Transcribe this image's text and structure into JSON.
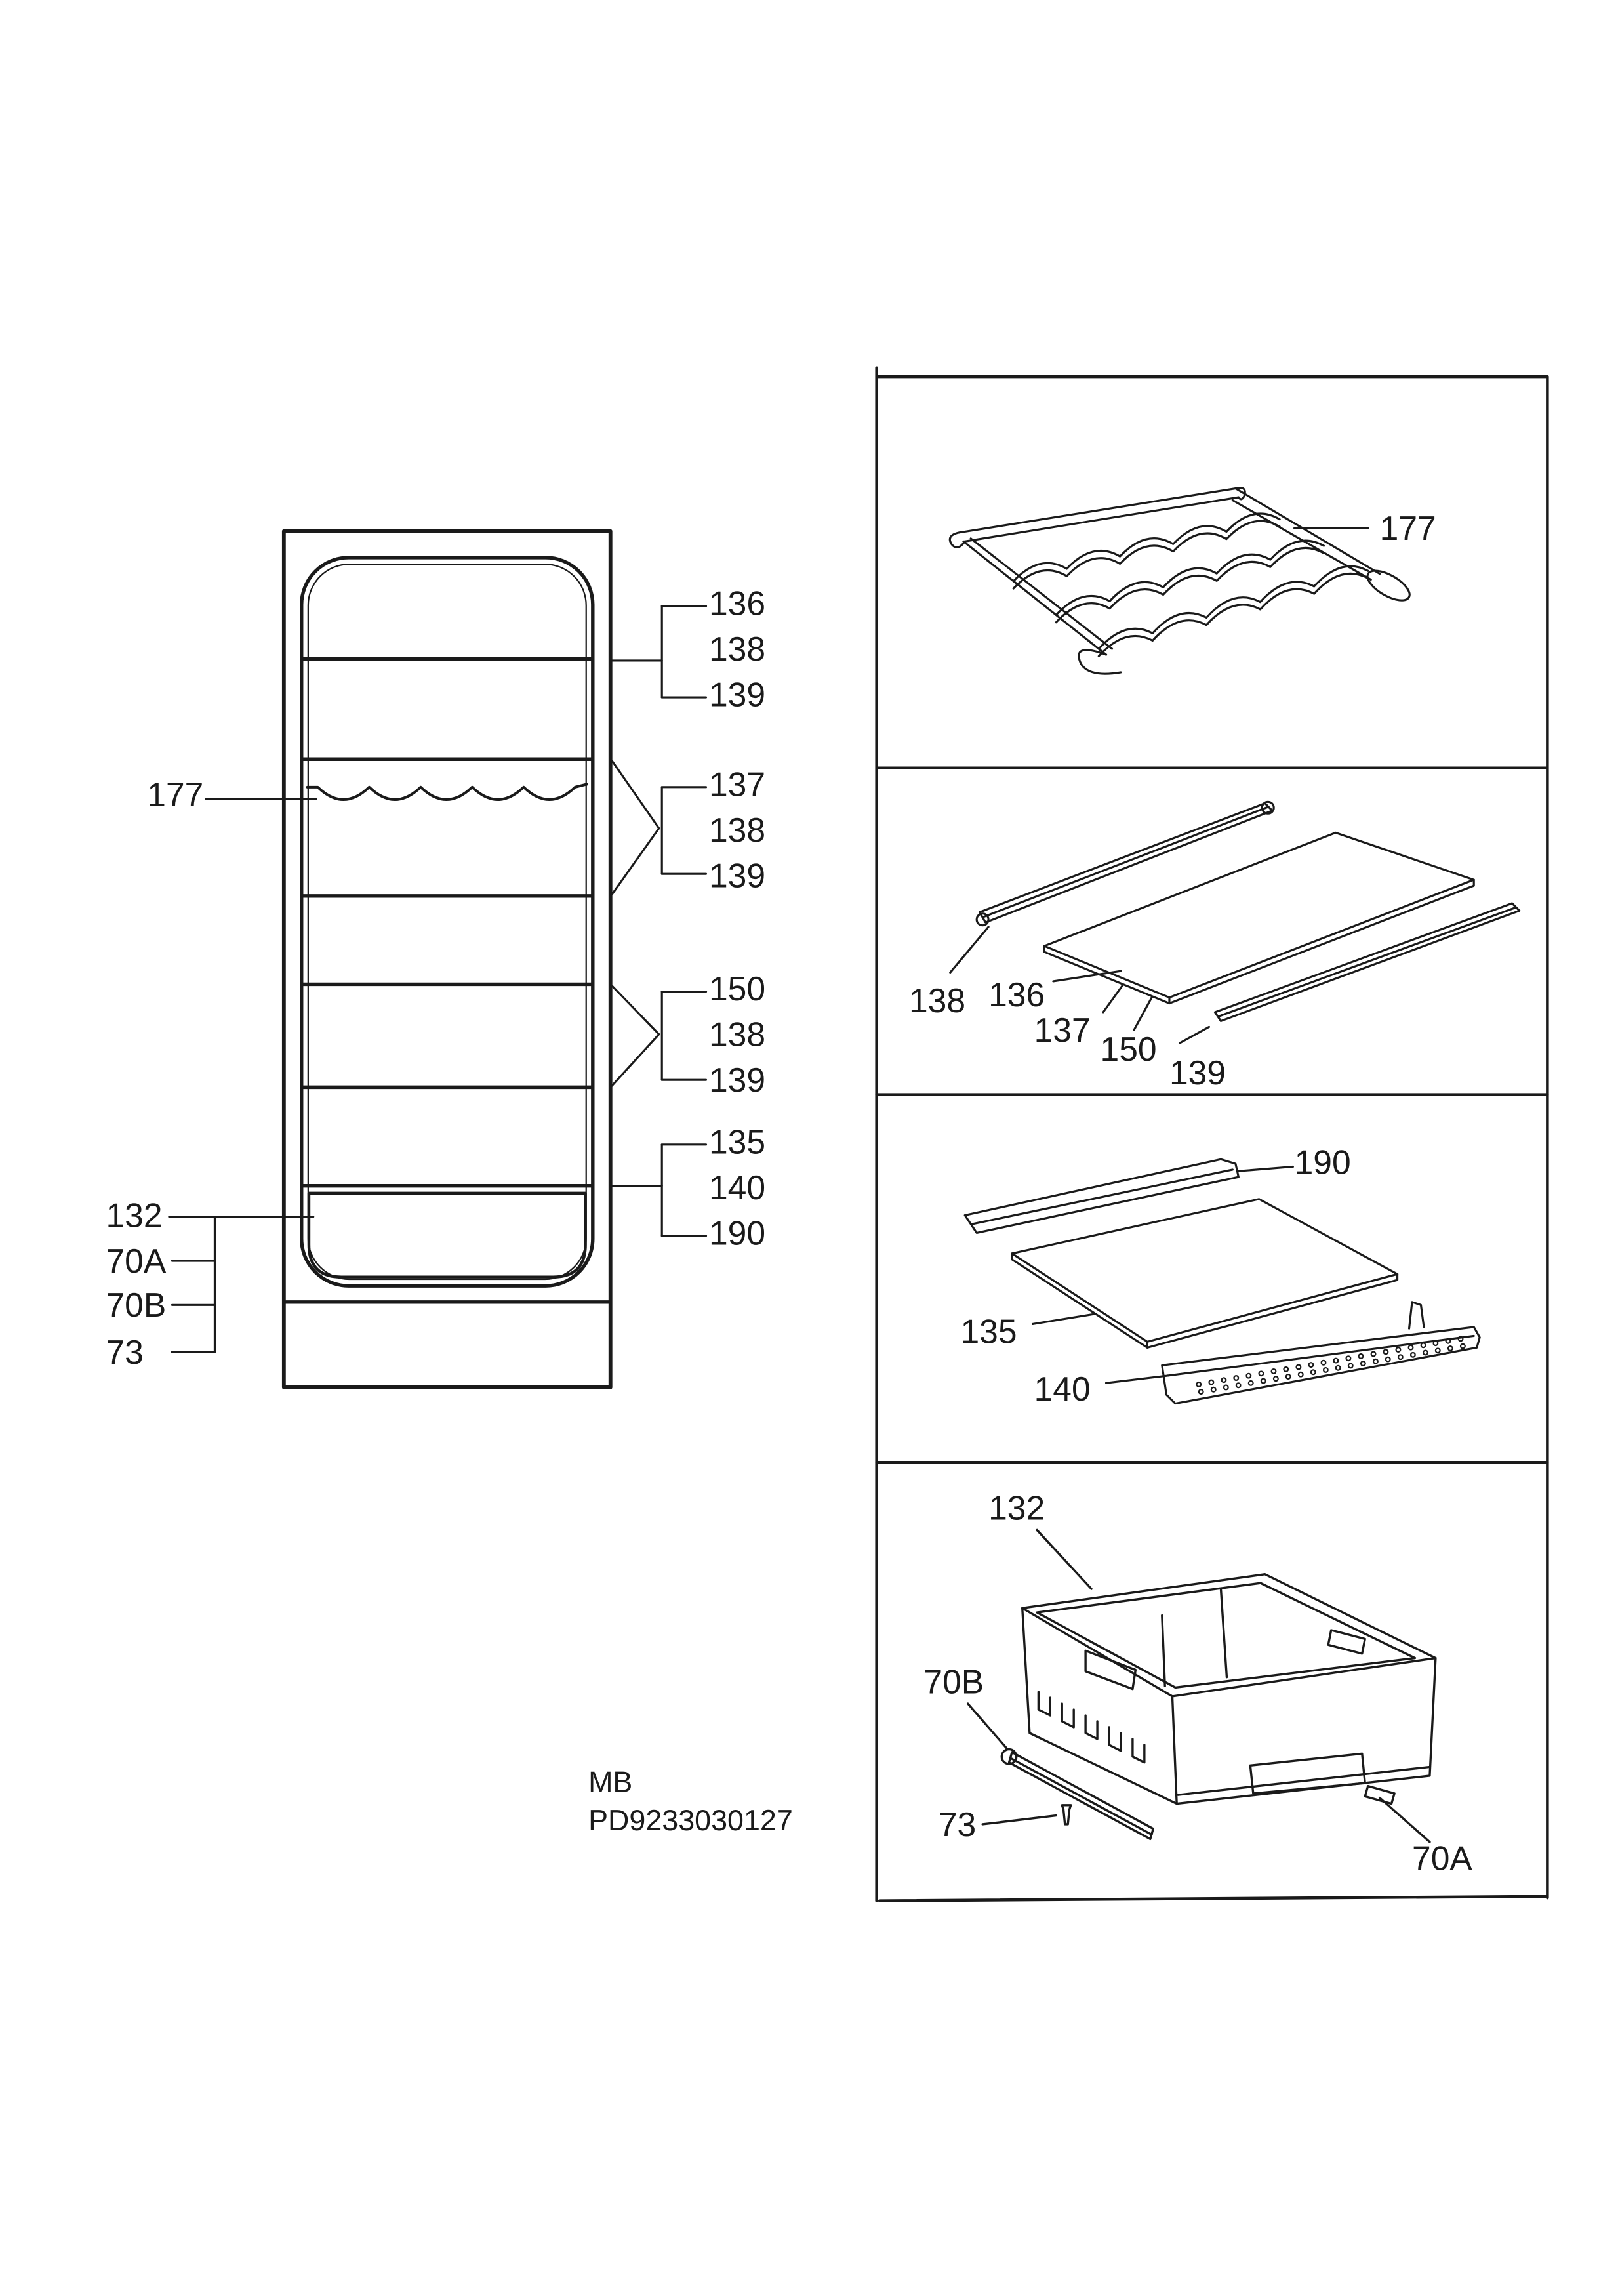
{
  "overview": {
    "rack_callout": "177",
    "upper_group": [
      "136",
      "138",
      "139"
    ],
    "second_group": [
      "137",
      "138",
      "139"
    ],
    "third_group": [
      "150",
      "138",
      "139"
    ],
    "crisper_group": [
      "135",
      "140",
      "190"
    ],
    "drawer_group": [
      "132",
      "70A",
      "70B",
      "73"
    ]
  },
  "detail_panels": {
    "panel_1": [
      "177"
    ],
    "panel_2": [
      "138",
      "136",
      "137",
      "150",
      "139"
    ],
    "panel_3": [
      "190",
      "135",
      "140"
    ],
    "panel_4": [
      "132",
      "70B",
      "73",
      "70A"
    ]
  },
  "footer": {
    "line_1": "MB",
    "line_2": "PD9233030127"
  }
}
